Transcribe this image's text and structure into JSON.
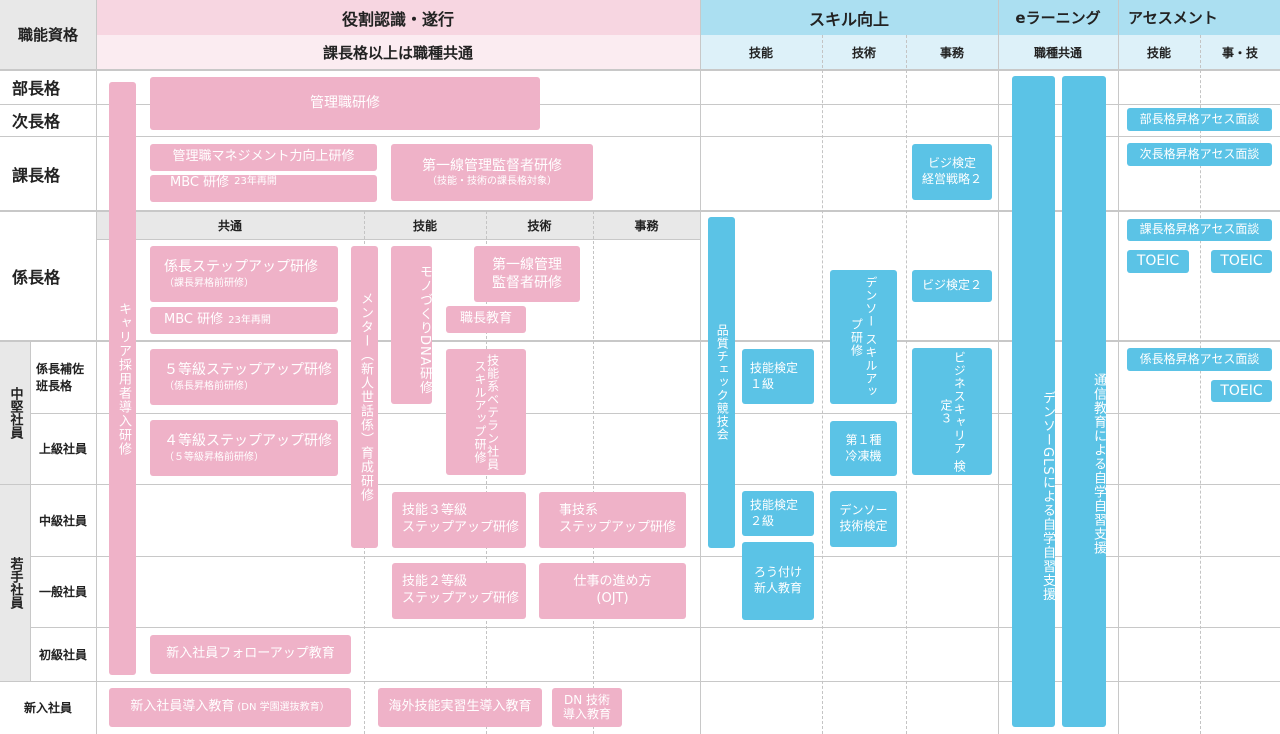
{
  "header": {
    "qual": "職能資格",
    "role": "役割認識・遂行",
    "role_sub": "課長格以上は職種共通",
    "skill": "スキル向上",
    "skill_cols": [
      "技能",
      "技術",
      "事務"
    ],
    "elearn": "eラーニング",
    "elearn_sub": "職種共通",
    "assess": "アセスメント",
    "assess_cols": [
      "技能",
      "事・技"
    ],
    "sub_cols": [
      "共通",
      "技能",
      "技術",
      "事務"
    ]
  },
  "grades": [
    "部長格",
    "次長格",
    "課長格",
    "係長格",
    "係長補佐\n班長格",
    "上級社員",
    "中級社員",
    "一般社員",
    "初級社員",
    "新入社員"
  ],
  "groups": [
    "中堅社員",
    "若手社員"
  ],
  "pink": {
    "career": "キャリア採用者導入研修",
    "mgmt": "管理職研修",
    "mgmt_up": "管理職マネジメント力向上研修",
    "mbc1": "MBC 研修",
    "mbc1_note": "23年再開",
    "first_line": "第一線管理監督者研修",
    "first_line_note": "（技能・技術の課長格対象）",
    "kakari": "係長ステップアップ研修",
    "kakari_note": "（課長昇格前研修）",
    "mbc2": "MBC 研修",
    "mbc2_note": "23年再開",
    "mentor": "メンター（新人世話係）育成研修",
    "monozukuri": "モノづくりDNA研修",
    "first_line2_a": "第一線管理",
    "first_line2_b": "監督者研修",
    "shokucho": "職長教育",
    "g5": "５等級ステップアップ研修",
    "g5_note": "（係長昇格前研修）",
    "veteran": "技能系ベテラン社員スキルアップ研修",
    "g4": "４等級ステップアップ研修",
    "g4_note": "（５等級昇格前研修）",
    "ginou3_a": "技能３等級",
    "ginou3_b": "ステップアップ研修",
    "jigi_a": "事技系",
    "jigi_b": "ステップアップ研修",
    "ginou2_a": "技能２等級",
    "ginou2_b": "ステップアップ研修",
    "ojt_a": "仕事の進め方",
    "ojt_b": "(OJT)",
    "follow": "新入社員フォローアップ教育",
    "intro": "新入社員導入教育",
    "intro_note": "(DN 学園選抜教育）",
    "overseas": "海外技能実習生導入教育",
    "dn_a": "DN 技術",
    "dn_b": "導入教育"
  },
  "blue": {
    "quality": "品質チェック競技会",
    "kentei1_a": "技能検定",
    "kentei1_b": "１級",
    "denso_skill": "デンソー スキルアップ研修",
    "biz_strat_a": "ビジ検定",
    "biz_strat_b": "経営戦略２",
    "biz2": "ビジ検定２",
    "bizcareer": "ビジネスキャリア 検定３",
    "reitou_a": "第１種",
    "reitou_b": "冷凍機",
    "kentei2_a": "技能検定",
    "kentei2_b": "２級",
    "denso_tech_a": "デンソー",
    "denso_tech_b": "技術検定",
    "rou_a": "ろう付け",
    "rou_b": "新人教育",
    "gls": "デンソーGLSによる自学自習支援",
    "corr": "通信教育による自学自習支援",
    "as_bu": "部長格昇格アセス面談",
    "as_ji": "次長格昇格アセス面談",
    "as_ka": "課長格昇格アセス面談",
    "as_kk": "係長格昇格アセス面談",
    "toeic": "TOEIC"
  },
  "colors": {
    "pink": "#efb2c8",
    "blue": "#5bc3e6"
  }
}
